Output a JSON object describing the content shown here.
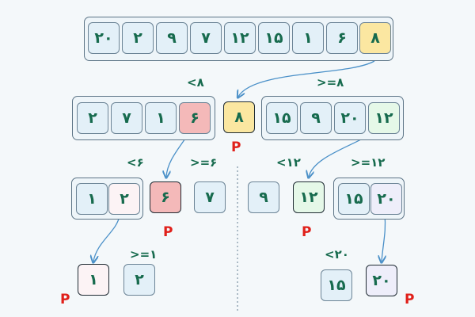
{
  "rows": {
    "initial": [
      "۲۰",
      "۲",
      "۹",
      "۷",
      "۱۲",
      "۱۵",
      "۱",
      "۶",
      "۸"
    ],
    "left1": [
      "۲",
      "۷",
      "۱",
      "۶"
    ],
    "right1": [
      "۱۵",
      "۹",
      "۲۰",
      "۱۲"
    ],
    "left2": [
      "۱",
      "۲"
    ],
    "right2": [
      "۱۵",
      "۲۰"
    ]
  },
  "singles": {
    "pivot8": "۸",
    "pivot6": "۶",
    "seven": "۷",
    "nine": "۹",
    "pivot12": "۱۲",
    "pivot1": "۱",
    "two": "۲",
    "fifteen": "۱۵",
    "pivot20": "۲۰"
  },
  "labels": {
    "lt8": "<۸",
    "ge8": ">=۸",
    "lt6": "<۶",
    "ge6": ">=۶",
    "lt12": "<۱۲",
    "ge12": ">=۱۲",
    "ge1": ">=۱",
    "lt20": "<۲۰"
  },
  "pivot_marker": "P",
  "colors": {
    "pivot_yellow": "#fbe7a1",
    "pivot_red": "#f4b9b9",
    "pivot_green": "#e5f8e8",
    "pivot_lavender": "#eeeefa",
    "pivot_pink": "#fcf3f5",
    "arrow": "#4a90c8",
    "marker": "#e0201a",
    "number": "#176b4e"
  }
}
